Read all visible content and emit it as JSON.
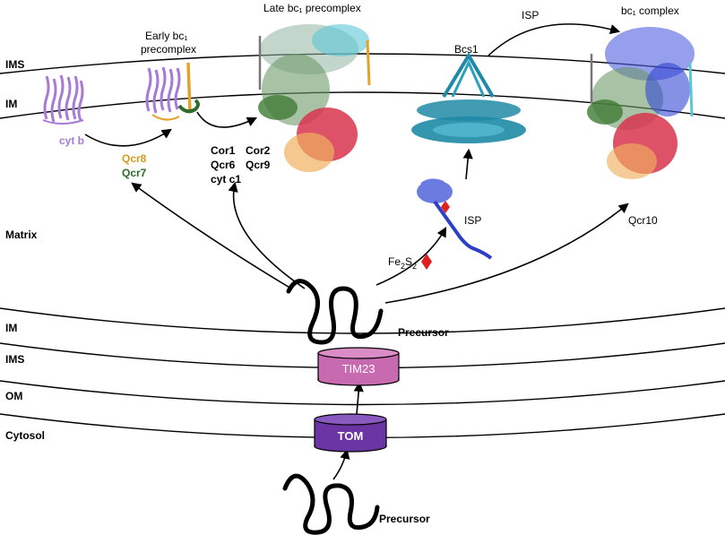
{
  "labels": {
    "ims_top": "IMS",
    "im_top": "IM",
    "matrix": "Matrix",
    "im_bottom": "IM",
    "ims_bottom": "IMS",
    "om": "OM",
    "cytosol": "Cytosol"
  },
  "structures": {
    "early_line1": "Early bc₁",
    "early_line2": "precomplex",
    "late": "Late bc₁ precomplex",
    "bcs1": "Bcs1",
    "isp_top": "ISP",
    "bc1_complex": "bc₁ complex"
  },
  "subunits": {
    "cyt_b": "cyt b",
    "qcr8": "Qcr8",
    "qcr7": "Qcr7",
    "cor1": "Cor1",
    "cor2": "Cor2",
    "qcr6": "Qcr6",
    "qcr9": "Qcr9",
    "cyt_c1": "cyt c1",
    "isp_mid": "ISP",
    "qcr10": "Qcr10"
  },
  "cofactor": {
    "fe": "Fe",
    "sub1": "2",
    "s": "S",
    "sub2": "2"
  },
  "precursor": {
    "matrix": "Precursor",
    "cytosol": "Precursor"
  },
  "complexes": {
    "tim23": "TIM23",
    "tom": "TOM"
  },
  "colors": {
    "cyt_b": "#a77ad8",
    "qcr8": "#d69a1e",
    "qcr7": "#2a6a2a",
    "tim23": "#c86ab0",
    "tom": "#6a34a2",
    "bcs1": "#1e8aa6",
    "isp": "#2c3fc8",
    "fe_s_cluster": "#e02020"
  }
}
